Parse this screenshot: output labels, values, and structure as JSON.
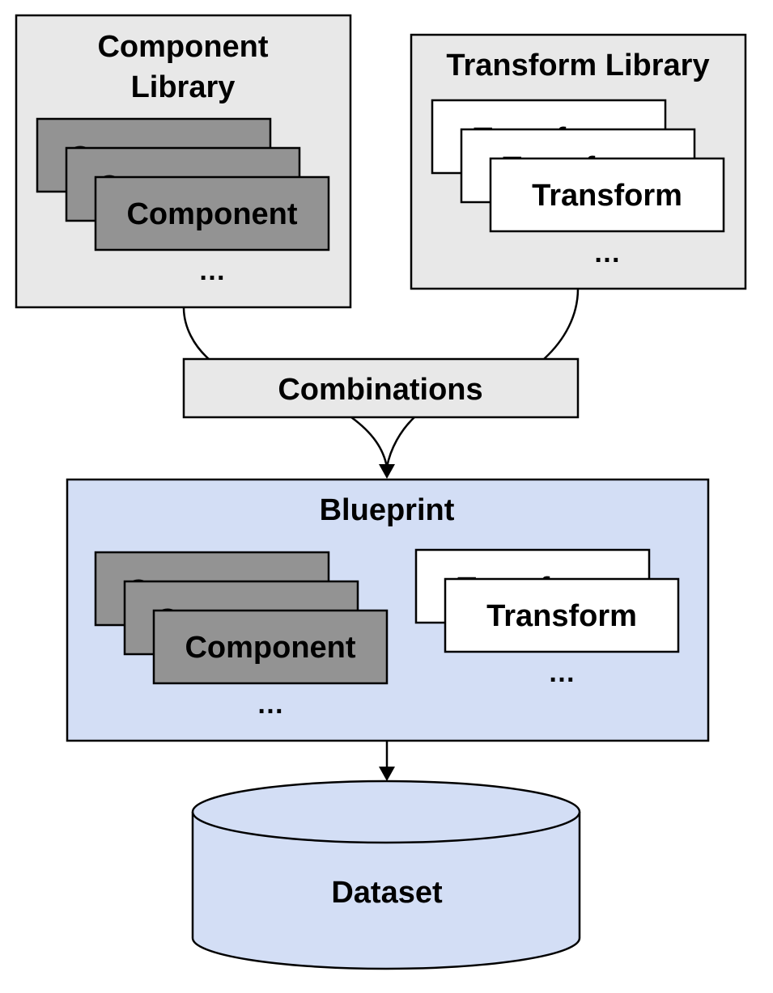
{
  "component_library": {
    "title_line1": "Component",
    "title_line2": "Library",
    "card_label": "Component",
    "ellipsis": "…"
  },
  "transform_library": {
    "title": "Transform Library",
    "card_label": "Transform",
    "ellipsis": "…"
  },
  "combinations": {
    "label": "Combinations"
  },
  "blueprint": {
    "title": "Blueprint",
    "component_label": "Component",
    "transform_label": "Transform",
    "component_ellipsis": "…",
    "transform_ellipsis": "…"
  },
  "dataset": {
    "label": "Dataset"
  },
  "colors": {
    "library_fill": "#e8e8e8",
    "component_fill": "#939393",
    "transform_fill": "#ffffff",
    "blueprint_fill": "#d3def5",
    "stroke": "#000000"
  }
}
